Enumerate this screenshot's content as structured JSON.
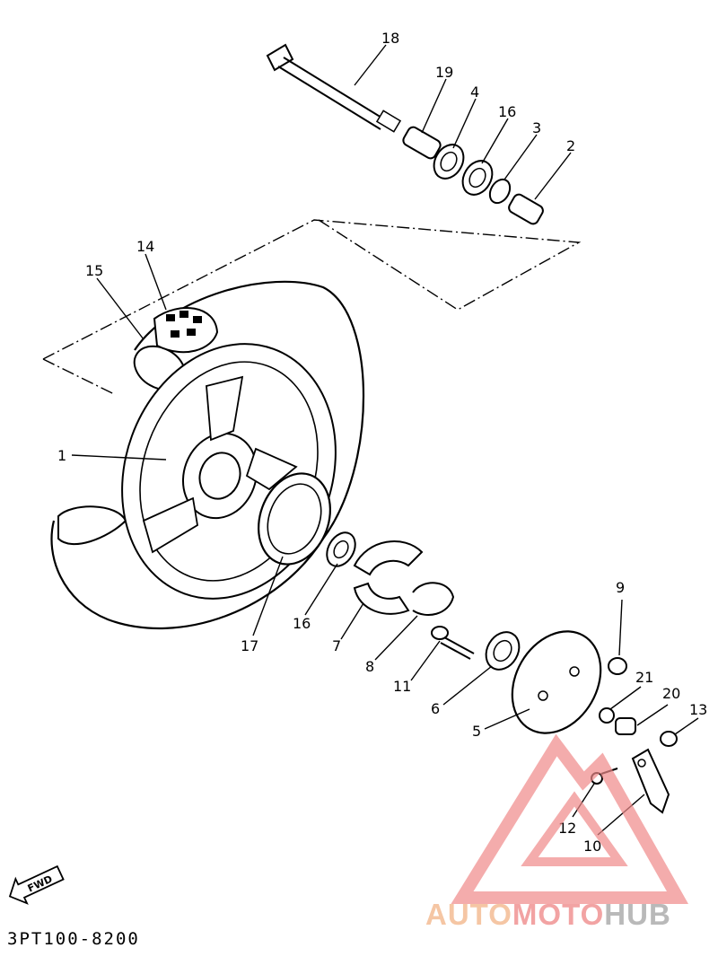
{
  "diagram_code": "3PT100-8200",
  "fwd_label": "FWD",
  "watermark": {
    "part1": "AUTO",
    "part2": "MOTO",
    "part3": "HUB",
    "color1": "#f5c6a4",
    "color2": "#f2a3a3",
    "color3": "#b9b9b9",
    "logo_color": "#f08a8a"
  },
  "callouts": {
    "c1": "1",
    "c2": "2",
    "c3": "3",
    "c4": "4",
    "c5": "5",
    "c6": "6",
    "c7": "7",
    "c8": "8",
    "c9": "9",
    "c10": "10",
    "c11": "11",
    "c12": "12",
    "c13": "13",
    "c14": "14",
    "c15": "15",
    "c16a": "16",
    "c16b": "16",
    "c17": "17",
    "c18": "18",
    "c19": "19",
    "c20": "20",
    "c21": "21"
  }
}
